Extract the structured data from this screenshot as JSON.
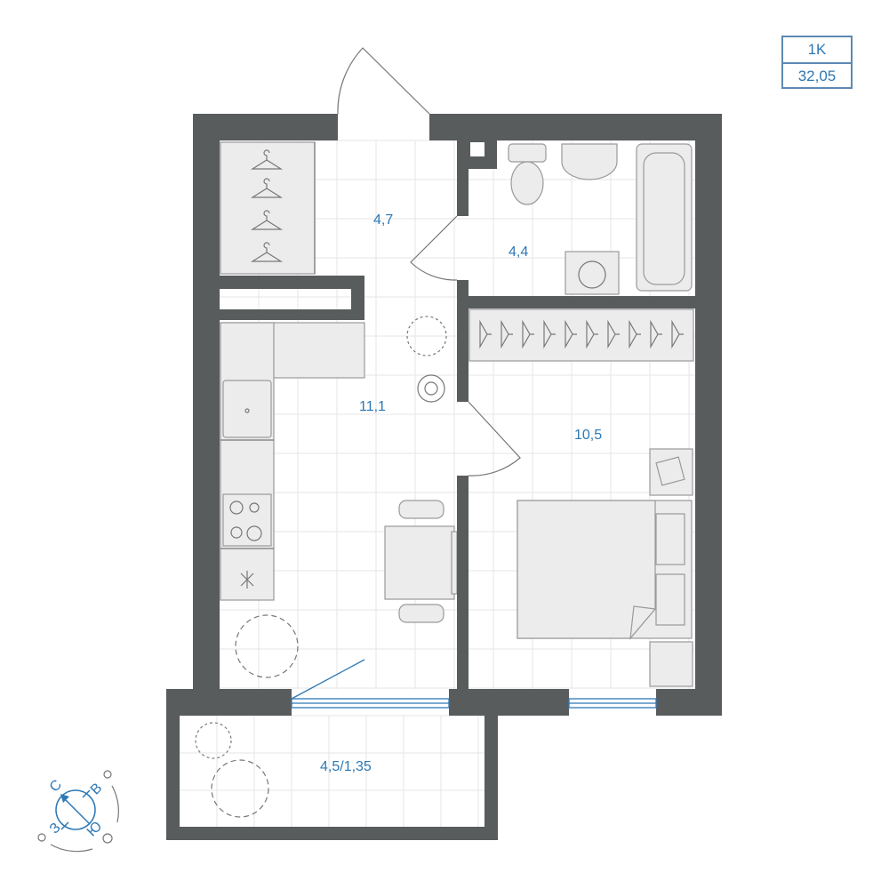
{
  "apartment": {
    "type": "1K",
    "total_area": "32,05"
  },
  "rooms": {
    "hallway": "4,7",
    "bathroom": "4,4",
    "kitchen_living": "11,1",
    "bedroom": "10,5",
    "balcony": "4,5/1,35"
  },
  "compass": {
    "north": "С",
    "east": "В",
    "south": "Ю",
    "west": "З"
  },
  "colors": {
    "wall": "#595c5d",
    "accent": "#2d78b5",
    "furniture": "#ececec"
  }
}
